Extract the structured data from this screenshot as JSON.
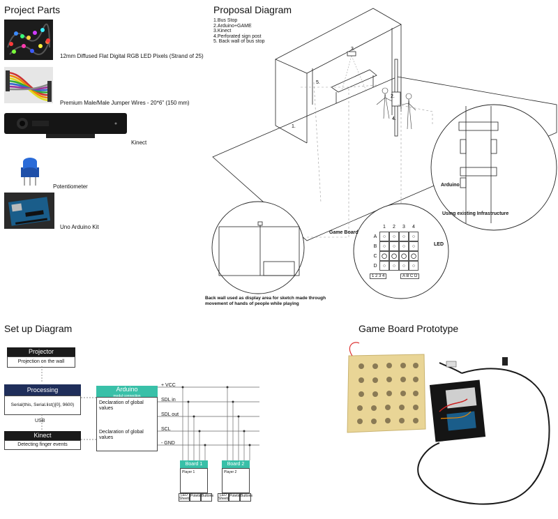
{
  "sections": {
    "project_parts": "Project Parts",
    "proposal_diagram": "Proposal Diagram",
    "setup_diagram": "Set up Diagram",
    "game_board_prototype": "Game Board Prototype"
  },
  "parts": [
    {
      "label": "12mm Diffused Flat Digital RGB LED Pixels (Strand of 25)",
      "icon": "led-strand-icon"
    },
    {
      "label": "Premium Male/Male Jumper Wires - 20*6\" (150 mm)",
      "icon": "jumper-wires-icon"
    },
    {
      "label": "Kinect",
      "icon": "kinect-icon"
    },
    {
      "label": "Potentiometer",
      "icon": "potentiometer-icon"
    },
    {
      "label": "Uno Arduino Kit",
      "icon": "arduino-icon"
    }
  ],
  "proposal": {
    "legend": [
      "1.Bus Stop",
      "2.Arduino+GAME",
      "3.Kinect",
      "4.Perforated sign post",
      "5. Back wall of bus stop"
    ],
    "markers": [
      "1.",
      "2.",
      "3.",
      "4.",
      "5."
    ],
    "arduino_label": "Arduino",
    "infrastructure_caption": "Using existing Infrastructure",
    "game_board_label": "Game Board",
    "led_label": "LED",
    "board_cols": [
      "1",
      "2",
      "3",
      "4"
    ],
    "board_rows": [
      "A",
      "B",
      "C",
      "D"
    ],
    "left_keys": "1 2 3 4",
    "right_keys": "A B C D",
    "backwall_caption": "Back wall used as display area for sketch made through movement of hands of people while playing"
  },
  "setup": {
    "projector": {
      "title": "Projector",
      "body": "Projection on the wall"
    },
    "processing": {
      "title": "Processing",
      "body": "Serial(this, Serial.list()[0], 9600)"
    },
    "usb_label": "USB",
    "kinect": {
      "title": "Kinect",
      "body": "Detecting finger events"
    },
    "arduino": {
      "title": "Arduino",
      "subtitle": "modul connection",
      "decl1": "Declaration of global values",
      "decl2": "Declaration of global values"
    },
    "bus_lines": [
      "+ VCC",
      "SDL in",
      "SDL out",
      "SCL",
      "- GND"
    ],
    "boards": [
      {
        "title": "Board 1",
        "player": "Player 1",
        "cells": [
          "LED Sheets",
          "Potetio",
          "Buttons"
        ]
      },
      {
        "title": "Board 2",
        "player": "Player 2",
        "cells": [
          "LED Sheets",
          "Potetio",
          "Buttons"
        ]
      }
    ]
  },
  "colors": {
    "teal": "#39c0a8",
    "navy": "#1f2e5a",
    "dark": "#1a1a1a",
    "plywood": "#e9d596"
  }
}
